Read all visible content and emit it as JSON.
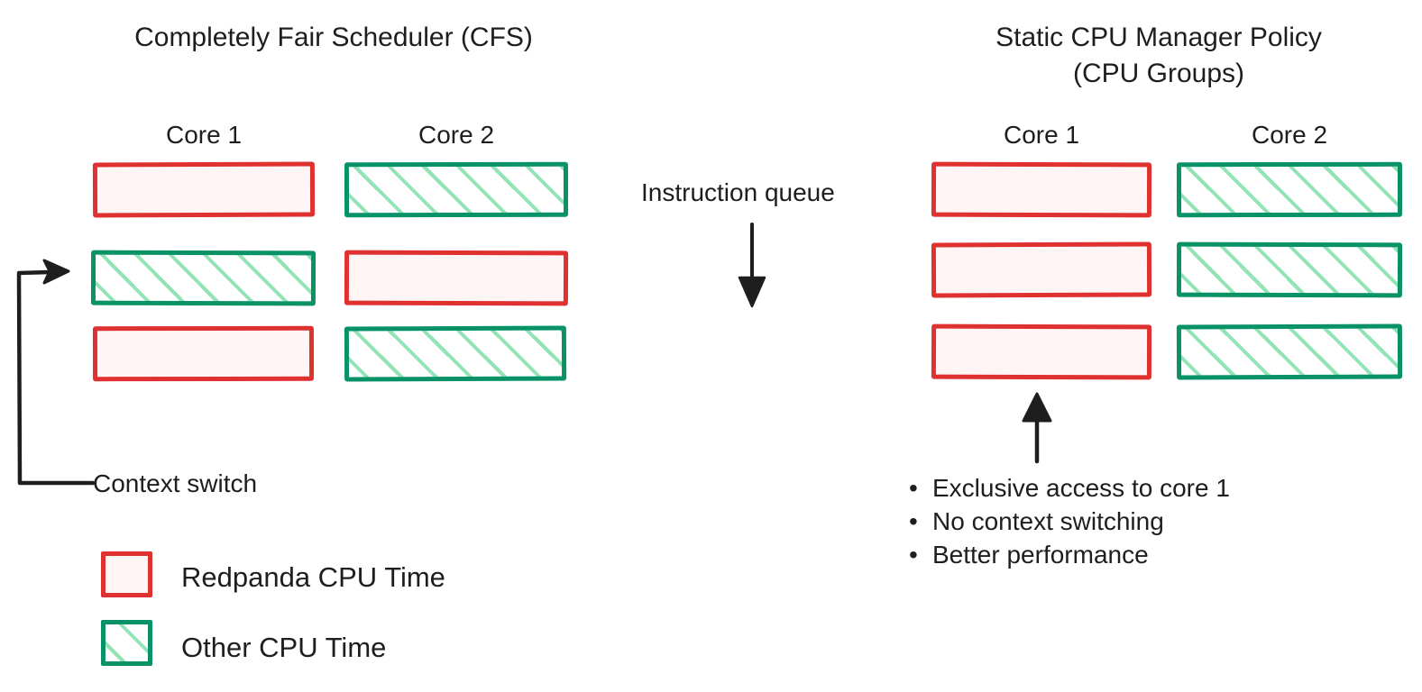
{
  "diagram": {
    "type": "comparison-diagram",
    "background_color": "#ffffff",
    "text_color": "#1e1e1e"
  },
  "colors": {
    "redpanda_stroke": "#e03131",
    "redpanda_fill": "#fff5f5",
    "other_stroke": "#099268",
    "other_hatch": "#92e3b6",
    "arrow": "#1e1e1e"
  },
  "left_panel": {
    "title": "Completely Fair Scheduler (CFS)",
    "cores": [
      {
        "label": "Core 1",
        "slots": [
          "redpanda",
          "other",
          "redpanda"
        ]
      },
      {
        "label": "Core 2",
        "slots": [
          "other",
          "redpanda",
          "other"
        ]
      }
    ],
    "context_switch_label": "Context switch"
  },
  "middle": {
    "instruction_queue_label": "Instruction queue",
    "arrow_direction": "down"
  },
  "right_panel": {
    "title_line1": "Static CPU Manager Policy",
    "title_line2": "(CPU Groups)",
    "cores": [
      {
        "label": "Core 1",
        "slots": [
          "redpanda",
          "redpanda",
          "redpanda"
        ]
      },
      {
        "label": "Core 2",
        "slots": [
          "other",
          "other",
          "other"
        ]
      }
    ],
    "callout_arrow_direction": "up",
    "bullets": [
      "Exclusive access to core 1",
      "No context switching",
      "Better performance"
    ]
  },
  "legend": {
    "items": [
      {
        "swatch": "redpanda",
        "label": "Redpanda CPU Time"
      },
      {
        "swatch": "other",
        "label": "Other CPU Time"
      }
    ]
  }
}
